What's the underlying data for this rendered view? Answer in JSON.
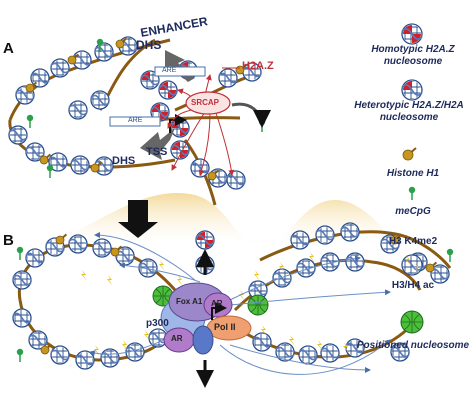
{
  "panels": {
    "a": "A",
    "b": "B"
  },
  "panel_a": {
    "enhancer": "ENHANCER",
    "dhs_top": "DHS",
    "h2az": "H2A.Z",
    "are_top": "ARE",
    "are_bottom": "ARE",
    "srcap": "SRCAP",
    "tss": "TSS",
    "dhs_bottom": "DHS"
  },
  "panel_b": {
    "fox_a1": "Fox A1",
    "ar_top": "AR",
    "ar_left": "AR",
    "p300": "p300",
    "pol2": "Pol  II"
  },
  "legend": {
    "homotypic": "Homotypic H2A.Z nucleosome",
    "heterotypic": "Heterotypic H2A.Z/H2A nucleosome",
    "histone_h1": "Histone H1",
    "mecpg": "meCpG",
    "h3k4me2": "H3 K4me2",
    "h3h4ac": "H3/H4 ac",
    "positioned": "Positioned nucleosome"
  },
  "colors": {
    "nucleosome_blue": "#2b4f8c",
    "h2az_red": "#d0202a",
    "linker_brown": "#8a5a12",
    "h1_gold": "#c8961e",
    "mecpg_green": "#2aa04a",
    "positioned_green": "#4cbf3a",
    "fox_purple": "#9b87c9",
    "ar_purple": "#b07bc9",
    "pol2_orange": "#f0a070",
    "srcap_red": "#c0303a",
    "wave_yellow": "#f3dca0",
    "k4me2_yellow": "#e8c020"
  }
}
